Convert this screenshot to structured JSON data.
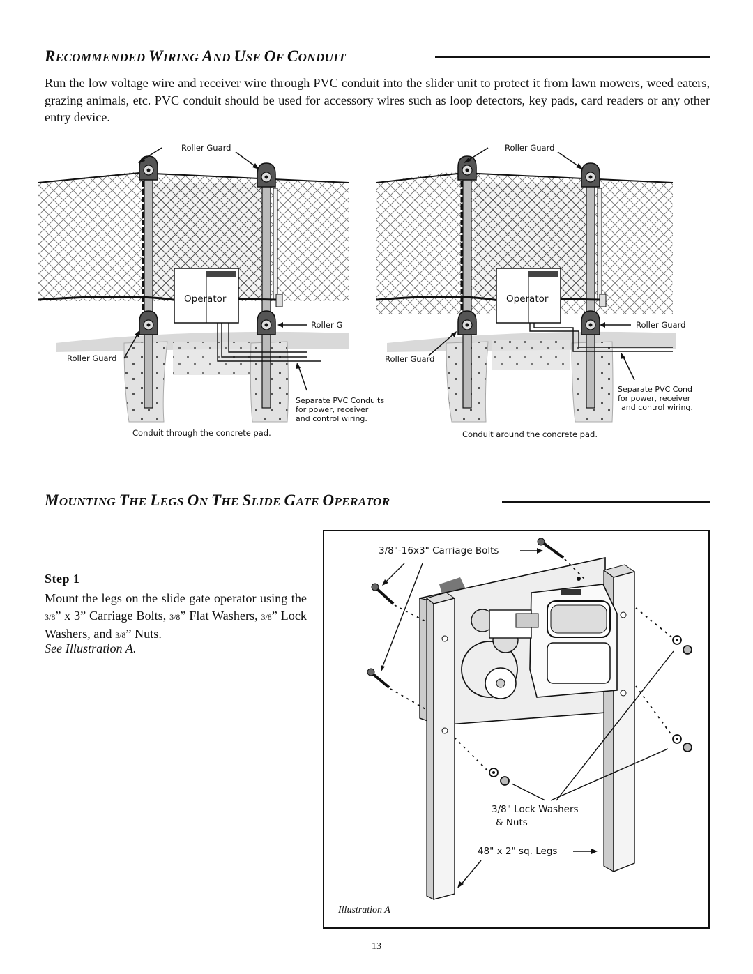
{
  "section1": {
    "heading": "Recommended Wiring and Use of Conduit",
    "paragraph": "Run the low voltage wire and receiver wire through PVC conduit into the slider unit to protect it from lawn mowers, weed eaters, grazing animals, etc. PVC conduit should be used for accessory wires such as loop detectors, key pads, card readers or any other entry device."
  },
  "figure_left": {
    "roller_guard_top": "Roller Guard",
    "operator": "Operator",
    "roller_guard_right": "Roller G",
    "roller_guard_left": "Roller Guard",
    "pvc_line1": "Separate PVC Conduits",
    "pvc_line2": "for power, receiver",
    "pvc_line3": "and control wiring.",
    "caption": "Conduit through the concrete pad."
  },
  "figure_right": {
    "roller_guard_top": "Roller Guard",
    "operator": "Operator",
    "roller_guard_right": "Roller Guard",
    "roller_guard_left": "Roller Guard",
    "pvc_line1": "Separate PVC Cond",
    "pvc_line2": "for power, receiver",
    "pvc_line3": "and control wiring.",
    "caption": "Conduit around the concrete pad."
  },
  "section2": {
    "heading": "Mounting The Legs on the Slide Gate Operator"
  },
  "step": {
    "title": "Step 1",
    "text": "Mount the legs on the slide gate operator using the 3/8” x 3” Carriage Bolts, 3/8” Flat Washers, 3/8” Lock Washers, and 3/8” Nuts.",
    "see": "See Illustration A."
  },
  "illustration_a": {
    "bolts_label": "3/8\"-16x3\" Carriage Bolts",
    "washers_line1": "3/8\" Lock Washers",
    "washers_line2": "& Nuts",
    "legs_label": "48\" x 2\" sq. Legs",
    "caption": "Illustration A"
  },
  "page_number": "13",
  "icons": [
    "fence-mesh-icon",
    "roller-guard-icon",
    "operator-box-icon",
    "concrete-pad-icon",
    "carriage-bolt-icon",
    "washer-icon",
    "nut-icon"
  ]
}
